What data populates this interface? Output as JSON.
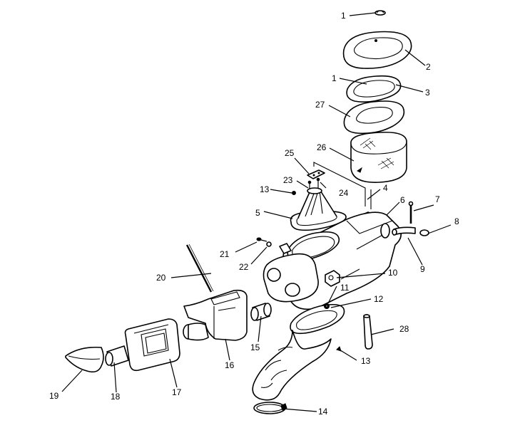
{
  "callouts": {
    "c1_top": "1",
    "c2": "2",
    "c1_mid": "1",
    "c3": "3",
    "c27": "27",
    "c26": "26",
    "c25": "25",
    "c23": "23",
    "c24": "24",
    "c13_top": "13",
    "c4": "4",
    "c6": "6",
    "c7": "7",
    "c5": "5",
    "c8": "8",
    "c9": "9",
    "c21": "21",
    "c22": "22",
    "c20": "20",
    "c10": "10",
    "c11": "11",
    "c12": "12",
    "c28": "28",
    "c15": "15",
    "c16": "16",
    "c13_bot": "13",
    "c17": "17",
    "c18": "18",
    "c19": "19",
    "c14": "14"
  }
}
